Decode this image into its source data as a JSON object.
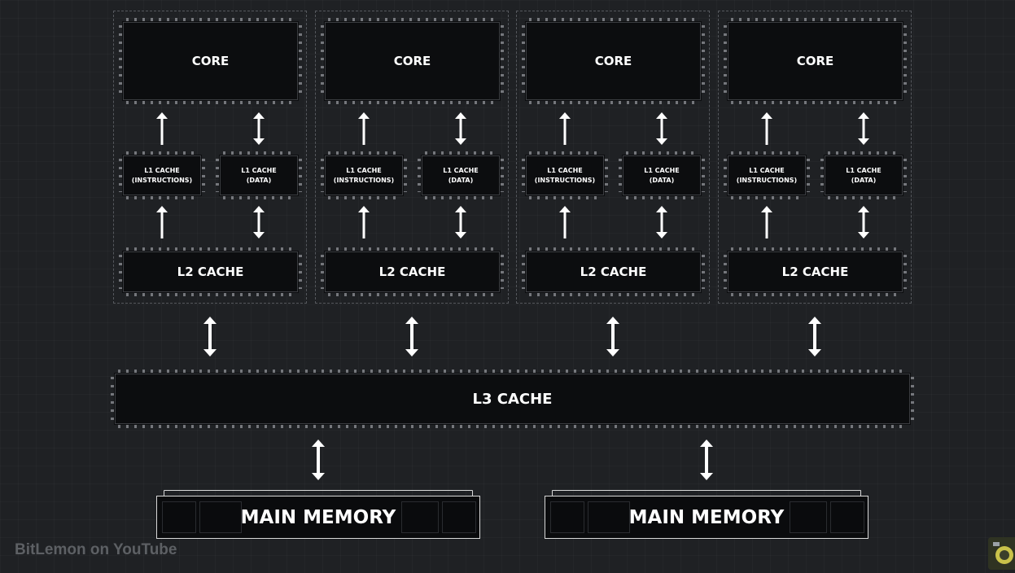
{
  "core_label": "CORE",
  "l1_instr_line1": "L1 CACHE",
  "l1_instr_line2": "(INSTRUCTIONS)",
  "l1_data_line1": "L1 CACHE",
  "l1_data_line2": "(DATA)",
  "l2_label": "L2 CACHE",
  "l3_label": "L3 CACHE",
  "memory_label": "MAIN MEMORY",
  "watermark": "BitLemon on YouTube",
  "colors": {
    "background": "#1f2124",
    "chip": "#0c0d0f",
    "arrow": "#ffffff",
    "dashed_border": "#55585d"
  }
}
